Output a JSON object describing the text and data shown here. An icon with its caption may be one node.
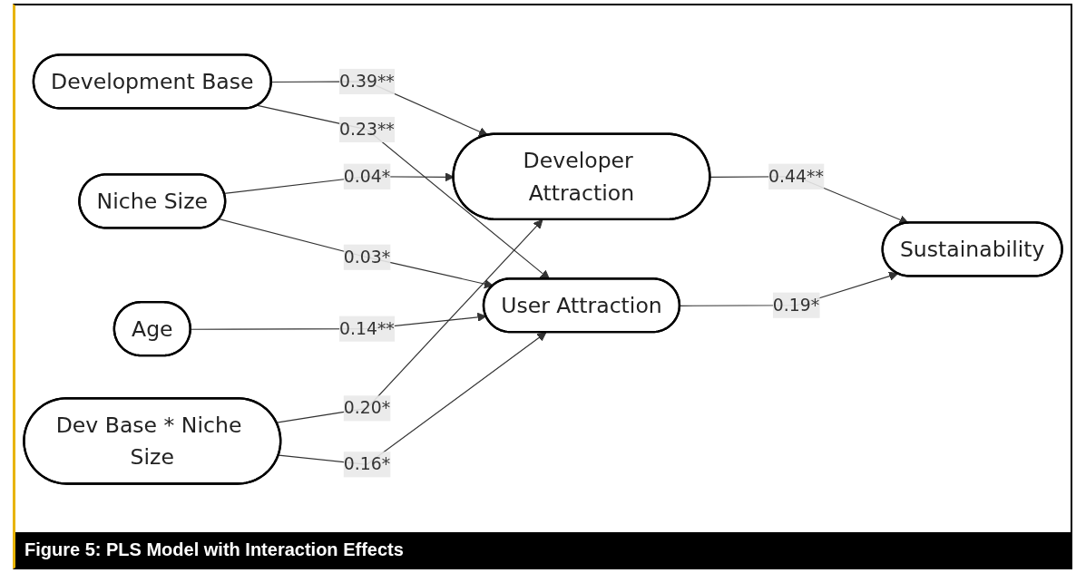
{
  "diagram": {
    "caption": "Figure 5: PLS Model with Interaction Effects",
    "nodes": [
      {
        "text": [
          "Development Base"
        ]
      },
      {
        "text": [
          "Developer Attraction"
        ]
      },
      {
        "text": [
          "Age"
        ]
      },
      {
        "text": [
          "Dev Base * Niche Size"
        ]
      },
      {
        "text": [
          "Sustainability"
        ]
      },
      {
        "text": [
          "Niche Size"
        ]
      },
      {
        "text": [
          "User Attraction"
        ]
      }
    ],
    "edges": [
      {
        "from": 0,
        "to": 1,
        "arrow": "to",
        "label": "0.39**"
      },
      {
        "from": 0,
        "to": 6,
        "arrow": "to",
        "label": "0.23**"
      },
      {
        "from": 2,
        "to": 6,
        "arrow": "to",
        "label": "0.14**"
      },
      {
        "from": 5,
        "to": 1,
        "arrow": "to",
        "label": "0.04*"
      },
      {
        "from": 5,
        "to": 6,
        "arrow": "to",
        "label": "0.03*"
      },
      {
        "from": 3,
        "to": 1,
        "arrow": "to",
        "label": "0.20*"
      },
      {
        "from": 3,
        "to": 6,
        "arrow": "to",
        "label": "0.16*"
      },
      {
        "from": 1,
        "to": 4,
        "arrow": "to",
        "label": "0.44**"
      },
      {
        "from": 6,
        "to": 4,
        "arrow": "to",
        "label": "0.19*"
      }
    ]
  }
}
